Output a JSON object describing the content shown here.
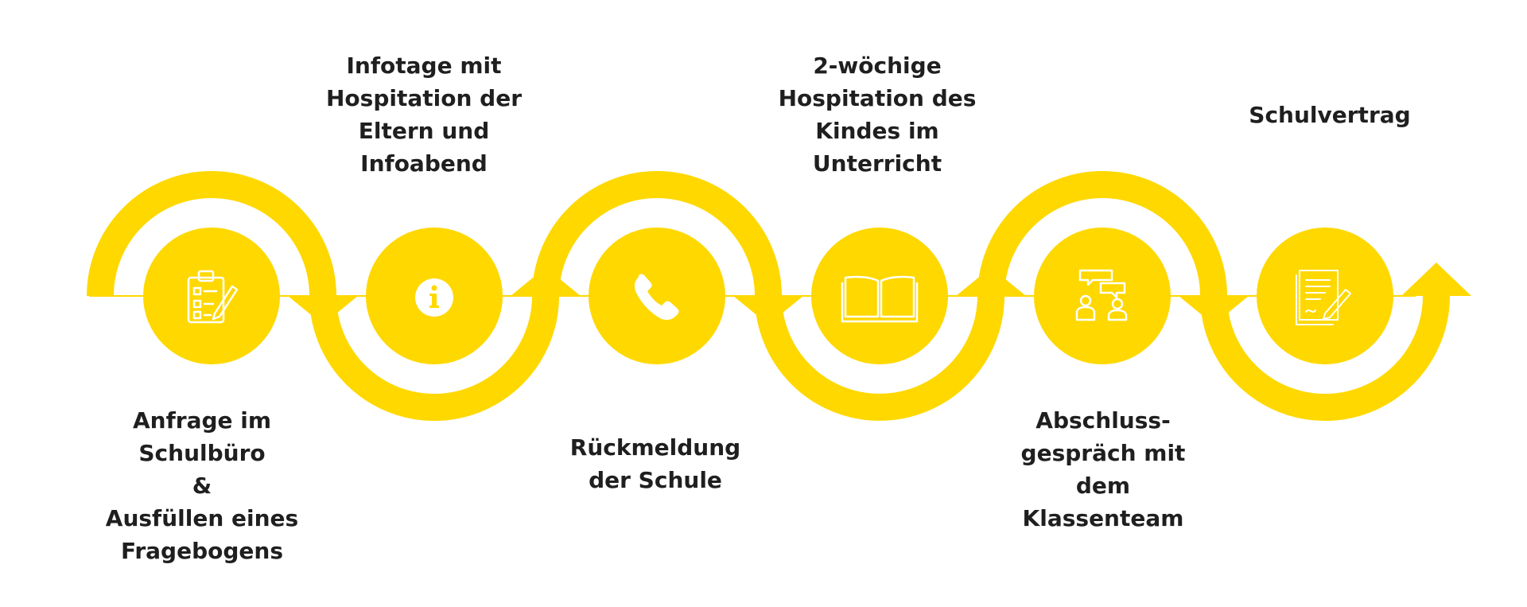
{
  "colors": {
    "accent": "#FFD800",
    "icon_stroke": "#ffffff",
    "text": "#1f1f1f",
    "background": "#ffffff"
  },
  "steps": [
    {
      "icon": "clipboard-checklist-icon",
      "label_lines": [
        "Anfrage im",
        "Schulbüro",
        "&",
        "Ausfüllen eines",
        "Fragebogens"
      ]
    },
    {
      "icon": "info-icon",
      "label_lines": [
        "Infotage mit",
        "Hospitation der",
        "Eltern und",
        "Infoabend"
      ]
    },
    {
      "icon": "phone-icon",
      "label_lines": [
        "Rückmeldung",
        "der Schule"
      ]
    },
    {
      "icon": "open-book-icon",
      "label_lines": [
        "2-wöchige",
        "Hospitation des",
        "Kindes im",
        "Unterricht"
      ]
    },
    {
      "icon": "conversation-icon",
      "label_lines": [
        "Abschluss-",
        "gespräch mit",
        "dem",
        "Klassenteam"
      ]
    },
    {
      "icon": "contract-pen-icon",
      "label_lines": [
        "Schulvertrag"
      ]
    }
  ]
}
